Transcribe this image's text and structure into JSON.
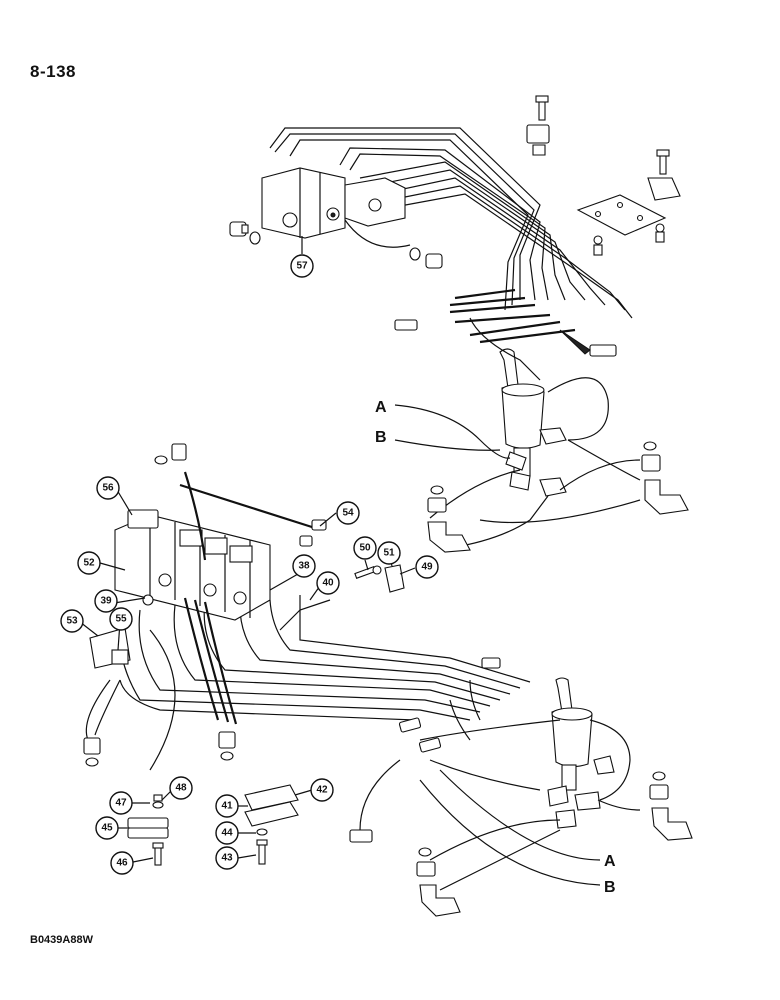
{
  "page_number": "8-138",
  "figure_code": "B0439A88W",
  "callouts": [
    {
      "id": "57",
      "text": "57"
    },
    {
      "id": "56",
      "text": "56"
    },
    {
      "id": "54",
      "text": "54"
    },
    {
      "id": "52",
      "text": "52"
    },
    {
      "id": "50",
      "text": "50"
    },
    {
      "id": "51",
      "text": "51"
    },
    {
      "id": "49",
      "text": "49"
    },
    {
      "id": "38",
      "text": "38"
    },
    {
      "id": "40",
      "text": "40"
    },
    {
      "id": "39",
      "text": "39"
    },
    {
      "id": "53",
      "text": "53"
    },
    {
      "id": "55",
      "text": "55"
    },
    {
      "id": "48",
      "text": "48"
    },
    {
      "id": "47",
      "text": "47"
    },
    {
      "id": "45",
      "text": "45"
    },
    {
      "id": "46",
      "text": "46"
    },
    {
      "id": "41",
      "text": "41"
    },
    {
      "id": "42",
      "text": "42"
    },
    {
      "id": "44",
      "text": "44"
    },
    {
      "id": "43",
      "text": "43"
    }
  ],
  "hose_labels": {
    "upper_a": "A",
    "upper_b": "B",
    "lower_a": "A",
    "lower_b": "B"
  }
}
